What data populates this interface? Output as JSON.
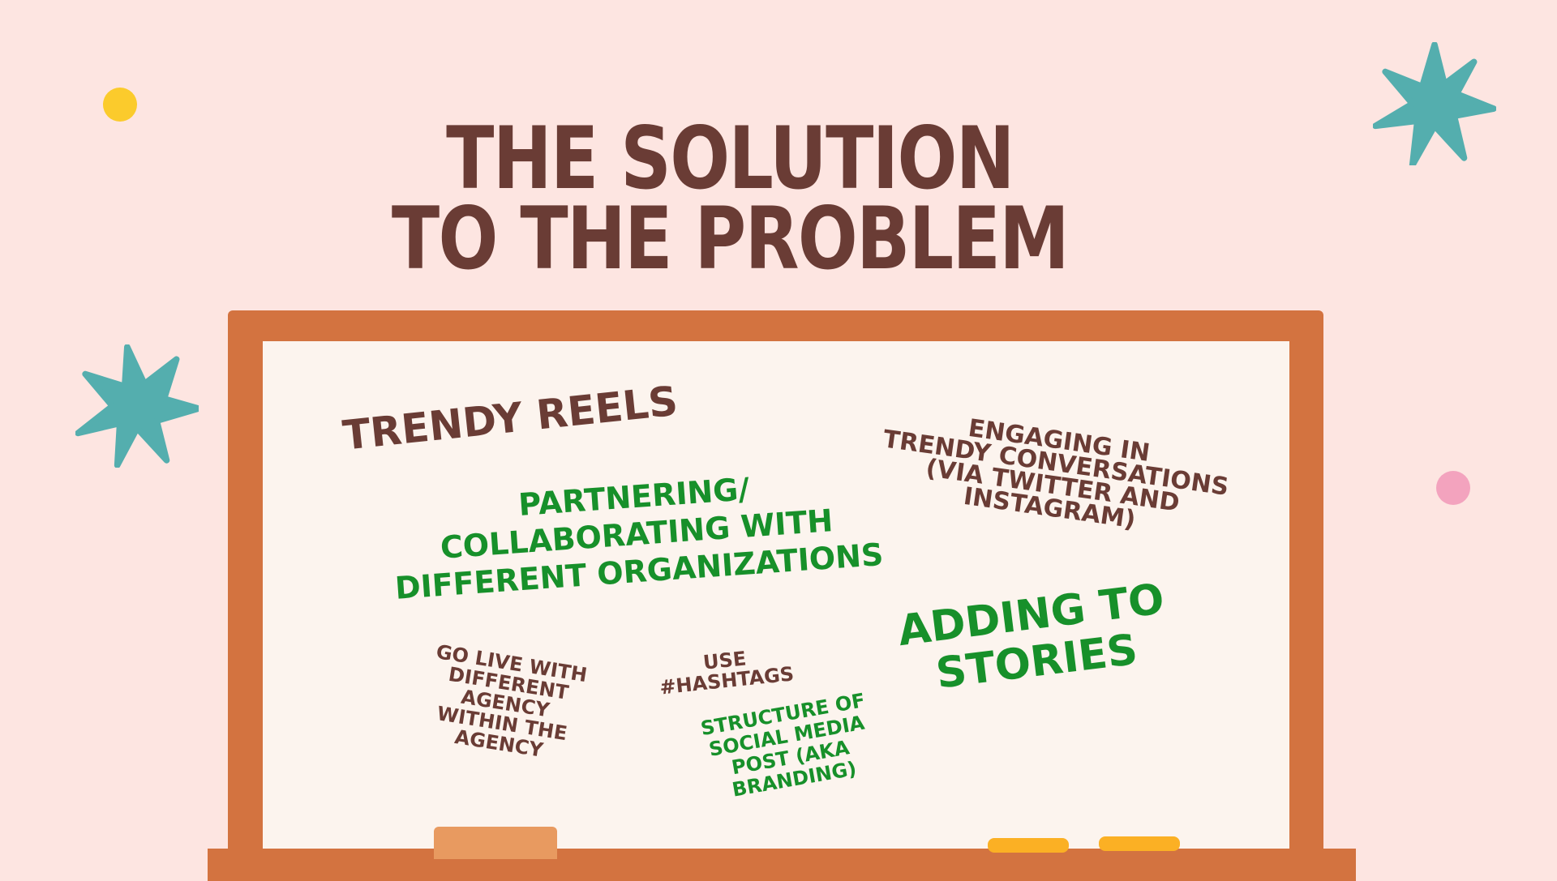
{
  "title": {
    "line1": "THE SOLUTION",
    "line2": "TO THE PROBLEM"
  },
  "notes": {
    "trendy_reels": "TRENDY REELS",
    "partnering": [
      "PARTNERING/",
      "COLLABORATING WITH",
      "DIFFERENT ORGANIZATIONS"
    ],
    "engaging": [
      "ENGAGING IN",
      "TRENDY CONVERSATIONS",
      "(VIA TWITTER AND",
      "INSTAGRAM)"
    ],
    "stories": [
      "ADDING TO",
      "STORIES"
    ],
    "go_live": [
      "GO LIVE WITH",
      "DIFFERENT",
      "AGENCY",
      "WITHIN THE",
      "AGENCY"
    ],
    "hashtags": [
      "USE",
      "#HASHTAGS"
    ],
    "structure": [
      "STRUCTURE OF",
      "SOCIAL MEDIA",
      "POST (AKA",
      "BRANDING)"
    ]
  },
  "colors": {
    "background": "#fde5e1",
    "title": "#6a3c35",
    "board_frame": "#d37340",
    "board_surface": "#fcf4ee",
    "green_text": "#17902a",
    "star": "#54aeae",
    "dot_yellow": "#fbcb2c",
    "dot_pink": "#f3a3be",
    "chalk": "#fbb024",
    "eraser": "#e89a60"
  },
  "decorations": [
    "star-icon",
    "star-icon",
    "yellow-dot",
    "pink-dot"
  ]
}
